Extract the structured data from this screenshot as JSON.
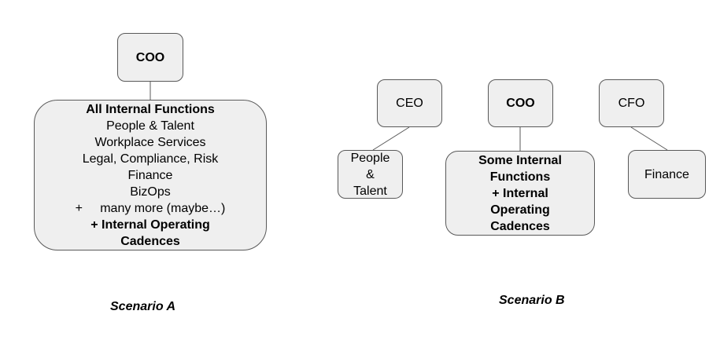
{
  "scenario_a": {
    "caption": "Scenario A",
    "head": "COO",
    "functions": {
      "title": "All Internal Functions",
      "items": [
        "People & Talent",
        "Workplace Services",
        "Legal, Compliance, Risk",
        "Finance",
        "BizOps"
      ],
      "more": "+     many more (maybe…)",
      "extra_line1": "+ Internal Operating",
      "extra_line2": "Cadences"
    }
  },
  "scenario_b": {
    "caption": "Scenario B",
    "ceo": {
      "label": "CEO",
      "child_line1": "People",
      "child_line2": "&",
      "child_line3": "Talent"
    },
    "coo": {
      "label": "COO",
      "child_lines": [
        "Some Internal",
        "Functions",
        "+ Internal",
        "Operating",
        "Cadences"
      ]
    },
    "cfo": {
      "label": "CFO",
      "child": "Finance"
    }
  }
}
